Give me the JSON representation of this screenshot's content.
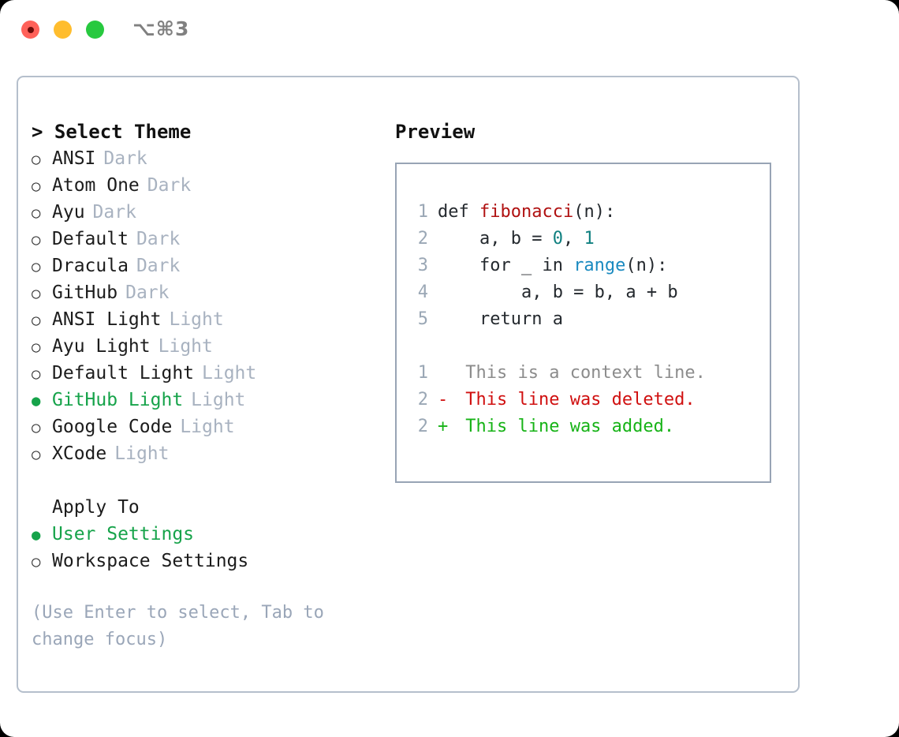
{
  "titlebar": {
    "shortcut": "⌥⌘3",
    "buttons": [
      "close",
      "minimize",
      "zoom"
    ]
  },
  "left": {
    "heading": "> Select Theme",
    "themes": [
      {
        "marker": "○",
        "name": "ANSI",
        "tag": "Dark",
        "selected": false
      },
      {
        "marker": "○",
        "name": "Atom One",
        "tag": "Dark",
        "selected": false
      },
      {
        "marker": "○",
        "name": "Ayu",
        "tag": "Dark",
        "selected": false
      },
      {
        "marker": "○",
        "name": "Default",
        "tag": "Dark",
        "selected": false
      },
      {
        "marker": "○",
        "name": "Dracula",
        "tag": "Dark",
        "selected": false
      },
      {
        "marker": "○",
        "name": "GitHub",
        "tag": "Dark",
        "selected": false
      },
      {
        "marker": "○",
        "name": "ANSI Light",
        "tag": "Light",
        "selected": false
      },
      {
        "marker": "○",
        "name": "Ayu Light",
        "tag": "Light",
        "selected": false
      },
      {
        "marker": "○",
        "name": "Default Light",
        "tag": "Light",
        "selected": false
      },
      {
        "marker": "●",
        "name": "GitHub Light",
        "tag": "Light",
        "selected": true
      },
      {
        "marker": "○",
        "name": "Google Code",
        "tag": "Light",
        "selected": false
      },
      {
        "marker": "○",
        "name": "XCode",
        "tag": "Light",
        "selected": false
      }
    ],
    "apply_to_label": "Apply To",
    "apply_to_options": [
      {
        "marker": "●",
        "name": "User Settings",
        "selected": true
      },
      {
        "marker": "○",
        "name": "Workspace Settings",
        "selected": false
      }
    ],
    "hint": "(Use Enter to select, Tab to change focus)"
  },
  "preview": {
    "title": "Preview",
    "code_lines": [
      {
        "num": "1",
        "tokens": [
          {
            "text": "def ",
            "cls": "code-default"
          },
          {
            "text": "fibonacci",
            "cls": "tok-fn"
          },
          {
            "text": "(n):",
            "cls": "code-default"
          }
        ]
      },
      {
        "num": "2",
        "tokens": [
          {
            "text": "    a, b = ",
            "cls": "code-default"
          },
          {
            "text": "0",
            "cls": "tok-num"
          },
          {
            "text": ", ",
            "cls": "code-default"
          },
          {
            "text": "1",
            "cls": "tok-num"
          }
        ]
      },
      {
        "num": "3",
        "tokens": [
          {
            "text": "    for _ in ",
            "cls": "code-default"
          },
          {
            "text": "range",
            "cls": "tok-call"
          },
          {
            "text": "(n):",
            "cls": "code-default"
          }
        ]
      },
      {
        "num": "4",
        "tokens": [
          {
            "text": "        a, b = b, a + b",
            "cls": "code-default"
          }
        ]
      },
      {
        "num": "5",
        "tokens": [
          {
            "text": "    return a",
            "cls": "code-default"
          }
        ]
      }
    ],
    "diff_lines": [
      {
        "num": "1",
        "mark": " ",
        "text": " This is a context line.",
        "cls": "diff-ctx"
      },
      {
        "num": "2",
        "mark": "-",
        "text": " This line was deleted.",
        "cls": "diff-del"
      },
      {
        "num": "2",
        "mark": "+",
        "text": " This line was added.",
        "cls": "diff-add"
      }
    ]
  },
  "colors": {
    "accent_green": "#16a34a",
    "muted": "#a8b2c0",
    "hint": "#9aa6b8",
    "border": "#b5bfcc",
    "preview_border": "#98a4b5",
    "diff_add": "#17b317",
    "diff_del": "#d01010",
    "fn": "#b01111",
    "num": "#108080",
    "call": "#1a8ac0"
  }
}
